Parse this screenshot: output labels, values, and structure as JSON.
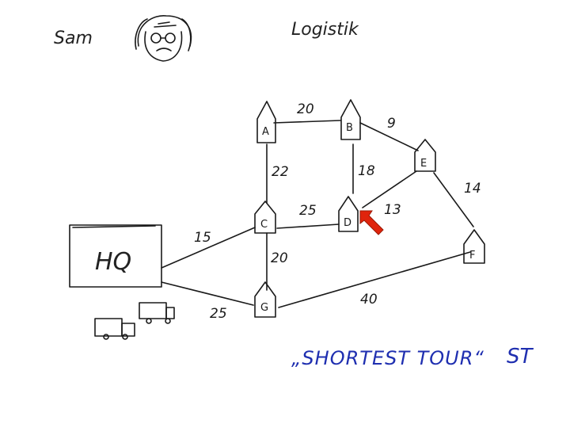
{
  "header": {
    "author": "Sam",
    "topic": "Logistik"
  },
  "hq": {
    "label": "HQ"
  },
  "nodes": [
    {
      "id": "A",
      "label": "A"
    },
    {
      "id": "B",
      "label": "B"
    },
    {
      "id": "E",
      "label": "E"
    },
    {
      "id": "C",
      "label": "C"
    },
    {
      "id": "D",
      "label": "D"
    },
    {
      "id": "F",
      "label": "F"
    },
    {
      "id": "G",
      "label": "G"
    }
  ],
  "edges": [
    {
      "from": "A",
      "to": "B",
      "weight": "20"
    },
    {
      "from": "B",
      "to": "E",
      "weight": "9"
    },
    {
      "from": "A",
      "to": "C",
      "weight": "22"
    },
    {
      "from": "B",
      "to": "D",
      "weight": "18"
    },
    {
      "from": "D",
      "to": "E",
      "weight": "13"
    },
    {
      "from": "E",
      "to": "F",
      "weight": "14"
    },
    {
      "from": "C",
      "to": "D",
      "weight": "25"
    },
    {
      "from": "HQ",
      "to": "C",
      "weight": "15"
    },
    {
      "from": "C",
      "to": "G",
      "weight": "20"
    },
    {
      "from": "HQ",
      "to": "G",
      "weight": "25"
    },
    {
      "from": "G",
      "to": "F",
      "weight": "40"
    }
  ],
  "footer": {
    "caption": "„SHORTEST TOUR“",
    "abbrev": "ST"
  },
  "colors": {
    "ink": "#1a1a1a",
    "pointer": "#e0240c",
    "caption": "#1f2fb0"
  }
}
